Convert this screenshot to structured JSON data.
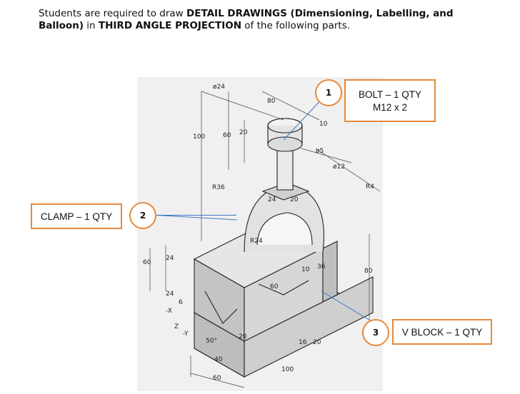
{
  "instructions": {
    "t1": "Students are required to draw ",
    "b1": "DETAIL DRAWINGS (Dimensioning, Labelling, and Balloon)",
    "t2": " in ",
    "b2": "THIRD ANGLE PROJECTION",
    "t3": " of the following parts."
  },
  "callouts": {
    "bolt": {
      "balloon": "1",
      "line1": "BOLT – 1 QTY",
      "line2": "M12 x 2"
    },
    "clamp": {
      "balloon": "2",
      "label": "CLAMP – 1 QTY"
    },
    "vblock": {
      "balloon": "3",
      "label": "V BLOCK – 1 QTY"
    }
  },
  "accent_color": "#e8893a",
  "leader_color": "#3b78c4",
  "dimensions": {
    "d_phi24": "ø24",
    "d_80top": "80",
    "d_10": "10",
    "d_phi5": "ø5",
    "d_phi12": "ø12",
    "d_100": "100",
    "d_60": "60",
    "d_20": "20",
    "d_R36": "R36",
    "d_R4": "R4",
    "d_24a": "24",
    "d_20b": "20",
    "d_R24": "R24",
    "d_60left": "60",
    "d_24b": "24",
    "d_24c": "24",
    "d_6": "6",
    "d_X": "-X",
    "d_Z": "Z",
    "d_Y": "-Y",
    "d_50": "50°",
    "d_20c": "20",
    "d_40": "40",
    "d_60bot": "60",
    "d_100bot": "100",
    "d_16": "16",
    "d_20d": "20",
    "d_10b": "10",
    "d_36": "36",
    "d_60mid": "60",
    "d_80right": "80"
  }
}
